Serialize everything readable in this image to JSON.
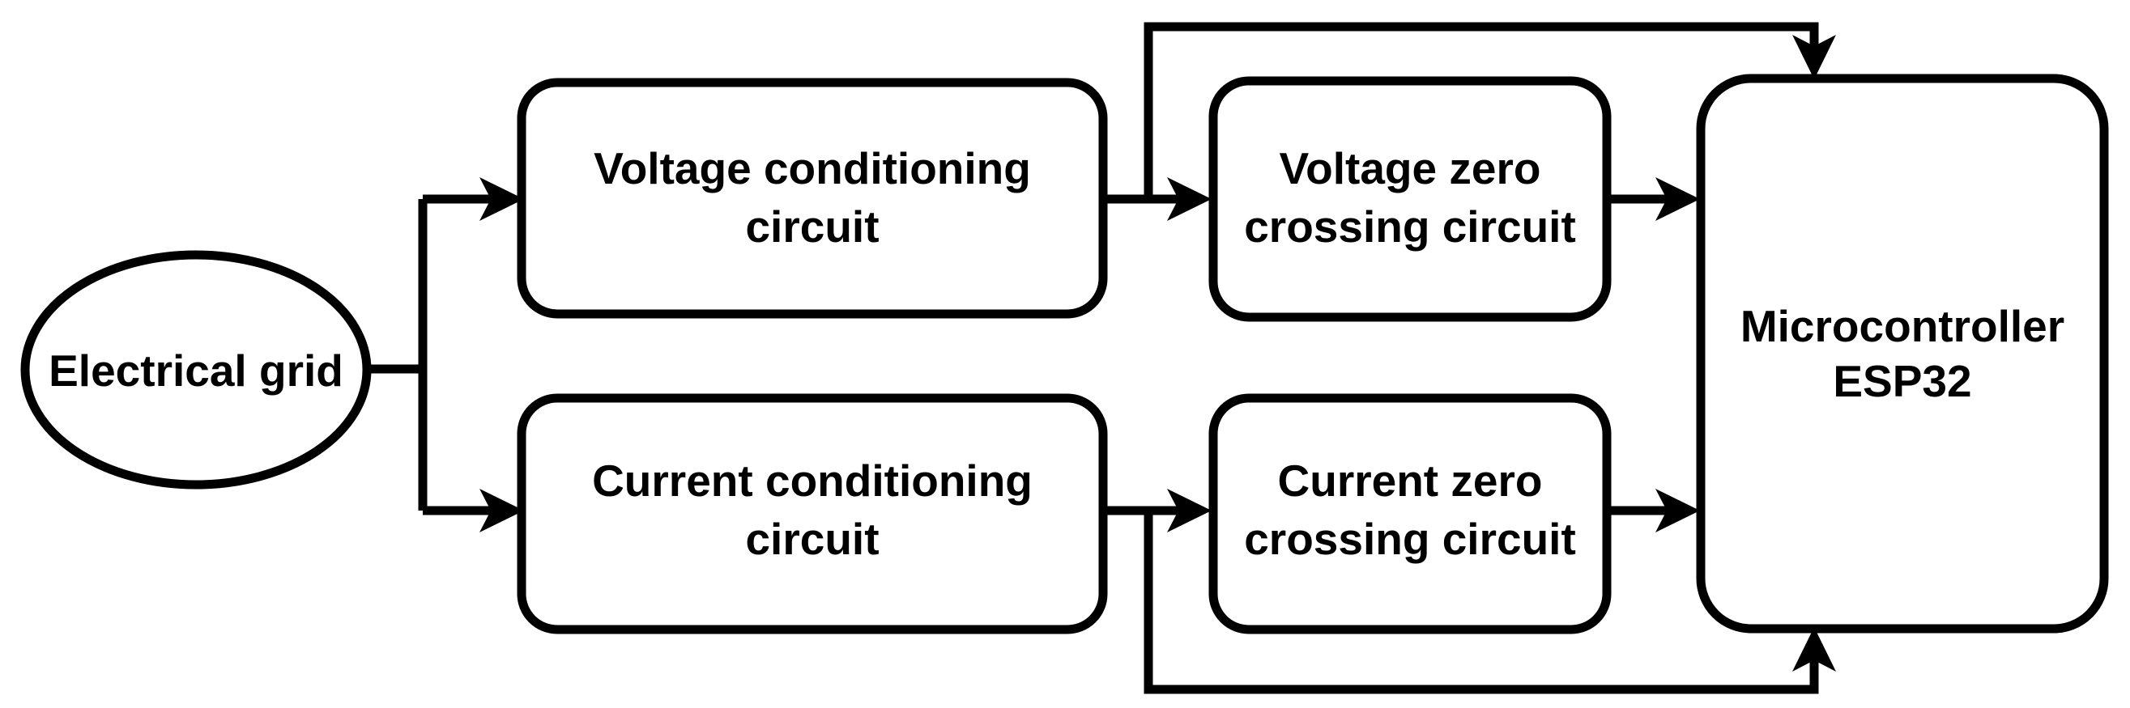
{
  "diagram": {
    "type": "block-diagram",
    "colors": {
      "background": "#ffffff",
      "stroke": "#000000",
      "text": "#000000",
      "node_fill": "#ffffff"
    },
    "nodes": {
      "electrical_grid": {
        "shape": "ellipse",
        "label": "Electrical grid"
      },
      "voltage_conditioning": {
        "shape": "rounded-rect",
        "line1": "Voltage conditioning",
        "line2": "circuit"
      },
      "current_conditioning": {
        "shape": "rounded-rect",
        "line1": "Current conditioning",
        "line2": "circuit"
      },
      "voltage_zero_crossing": {
        "shape": "rounded-rect",
        "line1": "Voltage zero",
        "line2": "crossing circuit"
      },
      "current_zero_crossing": {
        "shape": "rounded-rect",
        "line1": "Current zero",
        "line2": "crossing circuit"
      },
      "microcontroller": {
        "shape": "rounded-rect",
        "line1": "Microcontroller",
        "line2": "ESP32"
      }
    },
    "edges": [
      {
        "from": "electrical_grid",
        "to": "voltage_conditioning",
        "arrow": true
      },
      {
        "from": "electrical_grid",
        "to": "current_conditioning",
        "arrow": true
      },
      {
        "from": "voltage_conditioning",
        "to": "voltage_zero_crossing",
        "arrow": true
      },
      {
        "from": "voltage_conditioning",
        "to": "microcontroller",
        "arrow": true,
        "route": "over-the-top"
      },
      {
        "from": "current_conditioning",
        "to": "current_zero_crossing",
        "arrow": true
      },
      {
        "from": "current_conditioning",
        "to": "microcontroller",
        "arrow": true,
        "route": "under-the-bottom"
      },
      {
        "from": "voltage_zero_crossing",
        "to": "microcontroller",
        "arrow": true
      },
      {
        "from": "current_zero_crossing",
        "to": "microcontroller",
        "arrow": true
      }
    ]
  }
}
